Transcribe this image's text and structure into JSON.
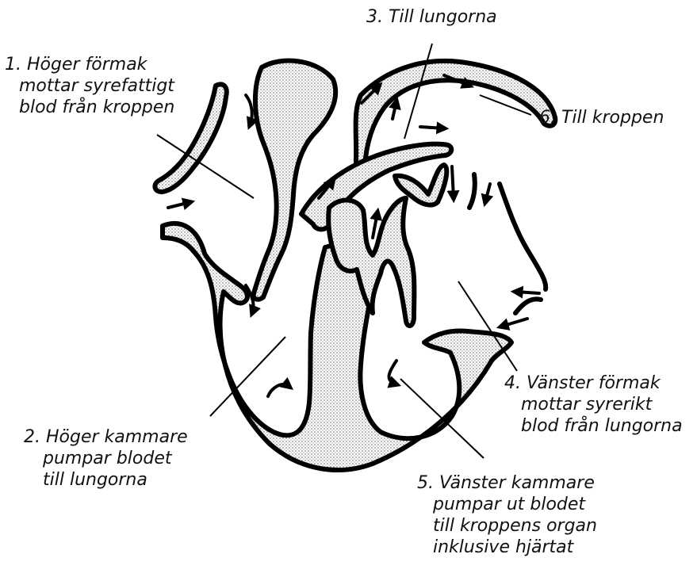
{
  "labels": {
    "l1": [
      "1. Höger förmak",
      "mottar syrefattigt",
      "blod från kroppen"
    ],
    "l2": [
      "2. Höger kammare",
      "pumpar blodet",
      "till lungorna"
    ],
    "l3": [
      "3. Till lungorna"
    ],
    "l4": [
      "4. Vänster förmak",
      "mottar syrerikt",
      "blod från lungorna"
    ],
    "l5": [
      "5. Vänster kammare",
      "pumpar ut blodet",
      "till kroppens organ",
      "inklusive hjärtat"
    ],
    "l6": [
      "6. Till kroppen"
    ]
  },
  "colors": {
    "ink": "#000000",
    "stipple": "#b5b5b5",
    "background": "#ffffff"
  },
  "icons": [
    "flow-arrow-icon"
  ]
}
